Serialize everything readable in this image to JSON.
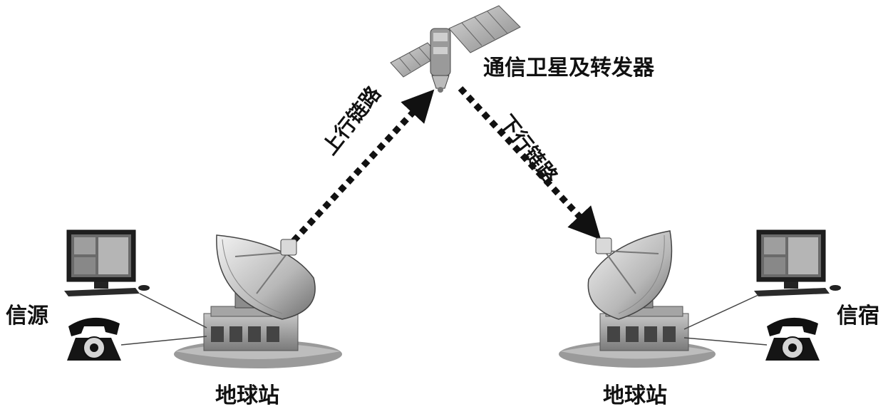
{
  "labels": {
    "satellite": "通信卫星及转发器",
    "uplink": "上行链路",
    "downlink": "下行链路",
    "source": "信源",
    "sink": "信宿",
    "station_left": "地球站",
    "station_right": "地球站"
  }
}
